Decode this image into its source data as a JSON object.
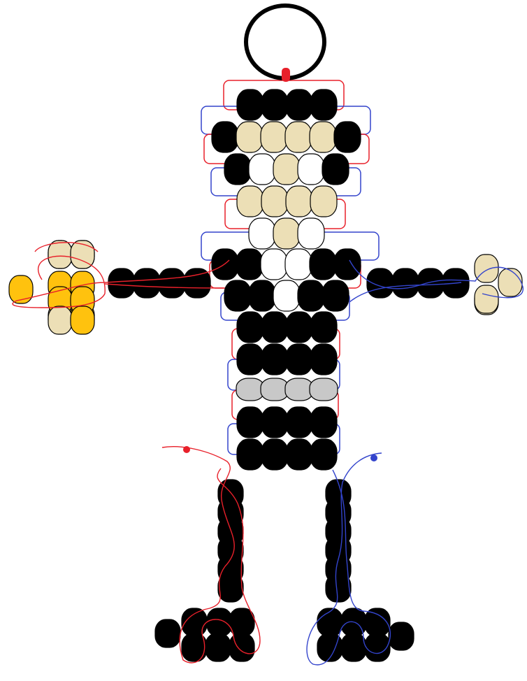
{
  "figure": {
    "subject": "bead-figure",
    "colors": {
      "background": "#ffffff",
      "bead_black": "#000000",
      "bead_tan": "#ecdfb6",
      "bead_white": "#ffffff",
      "bead_gold": "#ffc20e",
      "bead_gray": "#c8c8c8",
      "bead_outline": "#000000",
      "cord_red": "#e8202a",
      "cord_blue": "#3344cc",
      "key_ring": "#000000"
    },
    "key_ring": {
      "icon": "key-ring"
    },
    "rows": [
      {
        "part": "head-top",
        "beads": [
          "black",
          "black",
          "black",
          "black"
        ]
      },
      {
        "part": "face-1",
        "beads": [
          "black",
          "tan",
          "tan",
          "tan",
          "tan",
          "black"
        ]
      },
      {
        "part": "face-2",
        "beads": [
          "black",
          "white",
          "tan",
          "white",
          "black"
        ]
      },
      {
        "part": "face-3",
        "beads": [
          "tan",
          "tan",
          "tan",
          "tan"
        ]
      },
      {
        "part": "face-4",
        "beads": [
          "white",
          "tan",
          "white"
        ]
      },
      {
        "part": "shoulders",
        "beads": [
          "black",
          "black",
          "white",
          "white",
          "black",
          "black"
        ]
      },
      {
        "part": "chest",
        "beads": [
          "black",
          "black",
          "white",
          "black",
          "black"
        ]
      },
      {
        "part": "body-1",
        "beads": [
          "black",
          "black",
          "black",
          "black"
        ]
      },
      {
        "part": "body-2",
        "beads": [
          "black",
          "black",
          "black",
          "black"
        ]
      },
      {
        "part": "belt",
        "beads": [
          "gray",
          "gray",
          "gray",
          "gray"
        ]
      },
      {
        "part": "body-3",
        "beads": [
          "black",
          "black",
          "black",
          "black"
        ]
      },
      {
        "part": "body-4",
        "beads": [
          "black",
          "black",
          "black",
          "black"
        ]
      }
    ],
    "arms": {
      "left": {
        "beads": [
          "black",
          "black",
          "black",
          "black"
        ]
      },
      "right": {
        "beads": [
          "black",
          "black",
          "black",
          "black"
        ]
      }
    },
    "hands": {
      "left": {
        "beads": [
          "tan",
          "tan",
          "gold",
          "gold",
          "tan",
          "gold",
          "gold",
          "tan",
          "gold"
        ]
      },
      "right": {
        "beads": [
          "tan",
          "tan",
          "tan",
          "tan"
        ]
      }
    },
    "legs": {
      "left": {
        "beads": [
          "black",
          "black",
          "black",
          "black",
          "black",
          "black"
        ]
      },
      "right": {
        "beads": [
          "black",
          "black",
          "black",
          "black",
          "black",
          "black"
        ]
      }
    },
    "feet": {
      "left": {
        "beads": [
          "black",
          "black",
          "black",
          "black",
          "black",
          "black"
        ]
      },
      "right": {
        "beads": [
          "black",
          "black",
          "black",
          "black",
          "black",
          "black"
        ]
      }
    },
    "cords": [
      "red",
      "blue"
    ]
  }
}
